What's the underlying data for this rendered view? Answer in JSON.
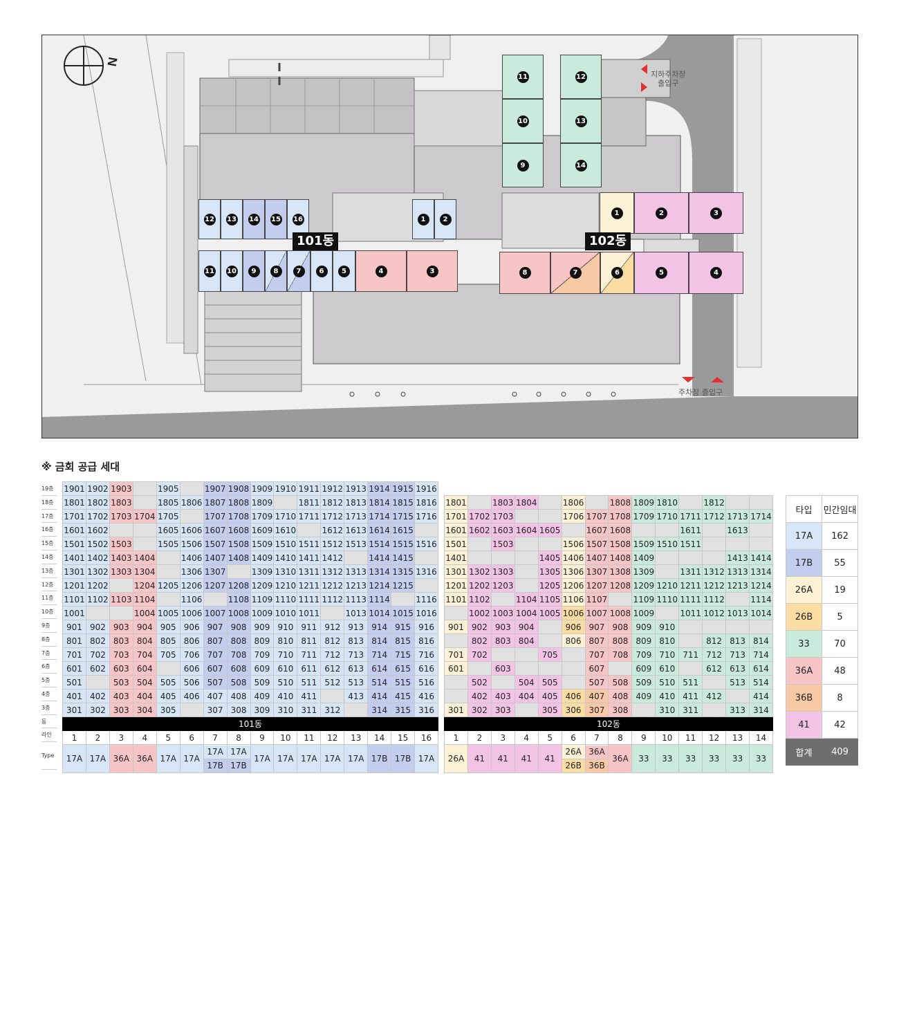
{
  "site_plan": {
    "parking_underground": "지하주차장\n출입구",
    "parking_entrance": "주차장 출입구",
    "building_101": "101동",
    "building_102": "102동",
    "units_101_top": [
      "12",
      "13",
      "14",
      "15",
      "16",
      "1",
      "2"
    ],
    "units_101_bottom": [
      "11",
      "10",
      "9",
      "8",
      "7",
      "6",
      "5",
      "4",
      "3"
    ],
    "units_102_tower": [
      "11",
      "12",
      "10",
      "13",
      "9",
      "14"
    ],
    "units_102_top": [
      "1",
      "2",
      "3"
    ],
    "units_102_bottom": [
      "8",
      "7",
      "6",
      "5",
      "4"
    ]
  },
  "section_title": "※ 금회 공급 세대",
  "floors": [
    "19층",
    "18층",
    "17층",
    "16층",
    "15층",
    "14층",
    "13층",
    "12층",
    "11층",
    "10층",
    "9층",
    "8층",
    "7층",
    "6층",
    "5층",
    "4층",
    "3층",
    "동",
    "라인",
    "Type"
  ],
  "colors": {
    "17A": "#d6e6f7",
    "17B": "#c3cdee",
    "26A": "#fdf1d6",
    "26B": "#fbdda3",
    "33": "#c9eadd",
    "36A": "#f8c5c6",
    "36B": "#f9c9a5",
    "41": "#f3c3e5",
    "empty": "#e1e1e1",
    "total": "#6e6e6e"
  },
  "b101": {
    "label": "101동",
    "lines": [
      "1",
      "2",
      "3",
      "4",
      "5",
      "6",
      "7",
      "8",
      "9",
      "10",
      "11",
      "12",
      "13",
      "14",
      "15",
      "16"
    ],
    "line_type": [
      "17A",
      "17A",
      "36A",
      "36A",
      "17A",
      "17A",
      "17A",
      "17A",
      "17A",
      "17A",
      "17A",
      "17A",
      "17A",
      "17B",
      "17B",
      "17A"
    ],
    "type_text": [
      "17A",
      "17A",
      "36A",
      "36A",
      "17A",
      "17A",
      "17A|17B",
      "17A|17B",
      "17A",
      "17A",
      "17A",
      "17A",
      "17A",
      "17B",
      "17B",
      "17A"
    ],
    "rows": [
      [
        "1901",
        "1902",
        "1903",
        "",
        "1905",
        "",
        "1907",
        "1908",
        "1909",
        "1910",
        "1911",
        "1912",
        "1913",
        "1914",
        "1915",
        "1916"
      ],
      [
        "1801",
        "1802",
        "1803",
        "",
        "1805",
        "1806",
        "1807",
        "1808",
        "1809",
        "",
        "1811",
        "1812",
        "1813",
        "1814",
        "1815",
        "1816"
      ],
      [
        "1701",
        "1702",
        "1703",
        "1704",
        "1705",
        "",
        "1707",
        "1708",
        "1709",
        "1710",
        "1711",
        "1712",
        "1713",
        "1714",
        "1715",
        "1716"
      ],
      [
        "1601",
        "1602",
        "",
        "",
        "1605",
        "1606",
        "1607",
        "1608",
        "1609",
        "1610",
        "",
        "1612",
        "1613",
        "1614",
        "1615",
        ""
      ],
      [
        "1501",
        "1502",
        "1503",
        "",
        "1505",
        "1506",
        "1507",
        "1508",
        "1509",
        "1510",
        "1511",
        "1512",
        "1513",
        "1514",
        "1515",
        "1516"
      ],
      [
        "1401",
        "1402",
        "1403",
        "1404",
        "",
        "1406",
        "1407",
        "1408",
        "1409",
        "1410",
        "1411",
        "1412",
        "",
        "1414",
        "1415",
        ""
      ],
      [
        "1301",
        "1302",
        "1303",
        "1304",
        "",
        "1306",
        "1307",
        "",
        "1309",
        "1310",
        "1311",
        "1312",
        "1313",
        "1314",
        "1315",
        "1316"
      ],
      [
        "1201",
        "1202",
        "",
        "1204",
        "1205",
        "1206",
        "1207",
        "1208",
        "1209",
        "1210",
        "1211",
        "1212",
        "1213",
        "1214",
        "1215",
        ""
      ],
      [
        "1101",
        "1102",
        "1103",
        "1104",
        "",
        "1106",
        "",
        "1108",
        "1109",
        "1110",
        "1111",
        "1112",
        "1113",
        "1114",
        "",
        "1116"
      ],
      [
        "1001",
        "",
        "",
        "1004",
        "1005",
        "1006",
        "1007",
        "1008",
        "1009",
        "1010",
        "1011",
        "",
        "1013",
        "1014",
        "1015",
        "1016"
      ],
      [
        "901",
        "902",
        "903",
        "904",
        "905",
        "906",
        "907",
        "908",
        "909",
        "910",
        "911",
        "912",
        "913",
        "914",
        "915",
        "916"
      ],
      [
        "801",
        "802",
        "803",
        "804",
        "805",
        "806",
        "807",
        "808",
        "809",
        "810",
        "811",
        "812",
        "813",
        "814",
        "815",
        "816"
      ],
      [
        "701",
        "702",
        "703",
        "704",
        "705",
        "706",
        "707",
        "708",
        "709",
        "710",
        "711",
        "712",
        "713",
        "714",
        "715",
        "716"
      ],
      [
        "601",
        "602",
        "603",
        "604",
        "",
        "606",
        "607",
        "608",
        "609",
        "610",
        "611",
        "612",
        "613",
        "614",
        "615",
        "616"
      ],
      [
        "501",
        "",
        "503",
        "504",
        "505",
        "506",
        "507",
        "508",
        "509",
        "510",
        "511",
        "512",
        "513",
        "514",
        "515",
        "516"
      ],
      [
        "401",
        "402",
        "403",
        "404",
        "405",
        "406",
        "407",
        "408",
        "409",
        "410",
        "411",
        "",
        "413",
        "414",
        "415",
        "416"
      ],
      [
        "301",
        "302",
        "303",
        "304",
        "305",
        "",
        "307",
        "308",
        "309",
        "310",
        "311",
        "312",
        "",
        "314",
        "315",
        "316"
      ]
    ]
  },
  "b102": {
    "label": "102동",
    "lines": [
      "1",
      "2",
      "3",
      "4",
      "5",
      "6",
      "7",
      "8",
      "9",
      "10",
      "11",
      "12",
      "13",
      "14"
    ],
    "line_type": [
      "26A",
      "41",
      "41",
      "41",
      "41",
      "26A",
      "36A",
      "36A",
      "33",
      "33",
      "33",
      "33",
      "33",
      "33"
    ],
    "type_text": [
      "26A",
      "41",
      "41",
      "41",
      "41",
      "26A|26B",
      "36A|36B",
      "36A",
      "33",
      "33",
      "33",
      "33",
      "33",
      "33"
    ],
    "rows": [
      [
        "1801",
        "",
        "1803",
        "1804",
        "",
        "1806",
        "",
        "1808",
        "1809",
        "1810",
        "",
        "1812",
        "",
        ""
      ],
      [
        "1701",
        "1702",
        "1703",
        "",
        "",
        "1706",
        "1707",
        "1708",
        "1709",
        "1710",
        "1711",
        "1712",
        "1713",
        "1714"
      ],
      [
        "1601",
        "1602",
        "1603",
        "1604",
        "1605",
        "",
        "1607",
        "1608",
        "",
        "",
        "1611",
        "",
        "1613",
        ""
      ],
      [
        "1501",
        "",
        "1503",
        "",
        "",
        "1506",
        "1507",
        "1508",
        "1509",
        "1510",
        "1511",
        "",
        "",
        ""
      ],
      [
        "1401",
        "",
        "",
        "",
        "1405",
        "1406",
        "1407",
        "1408",
        "1409",
        "",
        "",
        "",
        "1413",
        "1414"
      ],
      [
        "1301",
        "1302",
        "1303",
        "",
        "1305",
        "1306",
        "1307",
        "1308",
        "1309",
        "",
        "1311",
        "1312",
        "1313",
        "1314"
      ],
      [
        "1201",
        "1202",
        "1203",
        "",
        "1205",
        "1206",
        "1207",
        "1208",
        "1209",
        "1210",
        "1211",
        "1212",
        "1213",
        "1214"
      ],
      [
        "1101",
        "1102",
        "",
        "1104",
        "1105",
        "1106",
        "1107",
        "",
        "1109",
        "1110",
        "1111",
        "1112",
        "",
        "1114"
      ],
      [
        "",
        "1002",
        "1003",
        "1004",
        "1005",
        "1006",
        "1007",
        "1008",
        "1009",
        "",
        "1011",
        "1012",
        "1013",
        "1014"
      ],
      [
        "901",
        "902",
        "903",
        "904",
        "",
        "906",
        "907",
        "908",
        "909",
        "910",
        "",
        "",
        "",
        ""
      ],
      [
        "",
        "802",
        "803",
        "804",
        "",
        "806",
        "807",
        "808",
        "809",
        "810",
        "",
        "812",
        "813",
        "814"
      ],
      [
        "701",
        "702",
        "",
        "",
        "705",
        "",
        "707",
        "708",
        "709",
        "710",
        "711",
        "712",
        "713",
        "714"
      ],
      [
        "601",
        "",
        "603",
        "",
        "",
        "",
        "607",
        "",
        "609",
        "610",
        "",
        "612",
        "613",
        "614"
      ],
      [
        "",
        "502",
        "",
        "504",
        "505",
        "",
        "507",
        "508",
        "509",
        "510",
        "511",
        "",
        "513",
        "514"
      ],
      [
        "",
        "402",
        "403",
        "404",
        "405",
        "406",
        "407",
        "408",
        "409",
        "410",
        "411",
        "412",
        "",
        "414"
      ],
      [
        "301",
        "302",
        "303",
        "",
        "305",
        "306",
        "307",
        "308",
        "",
        "310",
        "311",
        "",
        "313",
        "314"
      ]
    ],
    "row_types_special": {
      "col6": "26B",
      "col7": "36B"
    }
  },
  "summary": {
    "headers": [
      "타입",
      "민간임대"
    ],
    "rows": [
      [
        "17A",
        "162"
      ],
      [
        "17B",
        "55"
      ],
      [
        "26A",
        "19"
      ],
      [
        "26B",
        "5"
      ],
      [
        "33",
        "70"
      ],
      [
        "36A",
        "48"
      ],
      [
        "36B",
        "8"
      ],
      [
        "41",
        "42"
      ]
    ],
    "total": [
      "합계",
      "409"
    ]
  }
}
